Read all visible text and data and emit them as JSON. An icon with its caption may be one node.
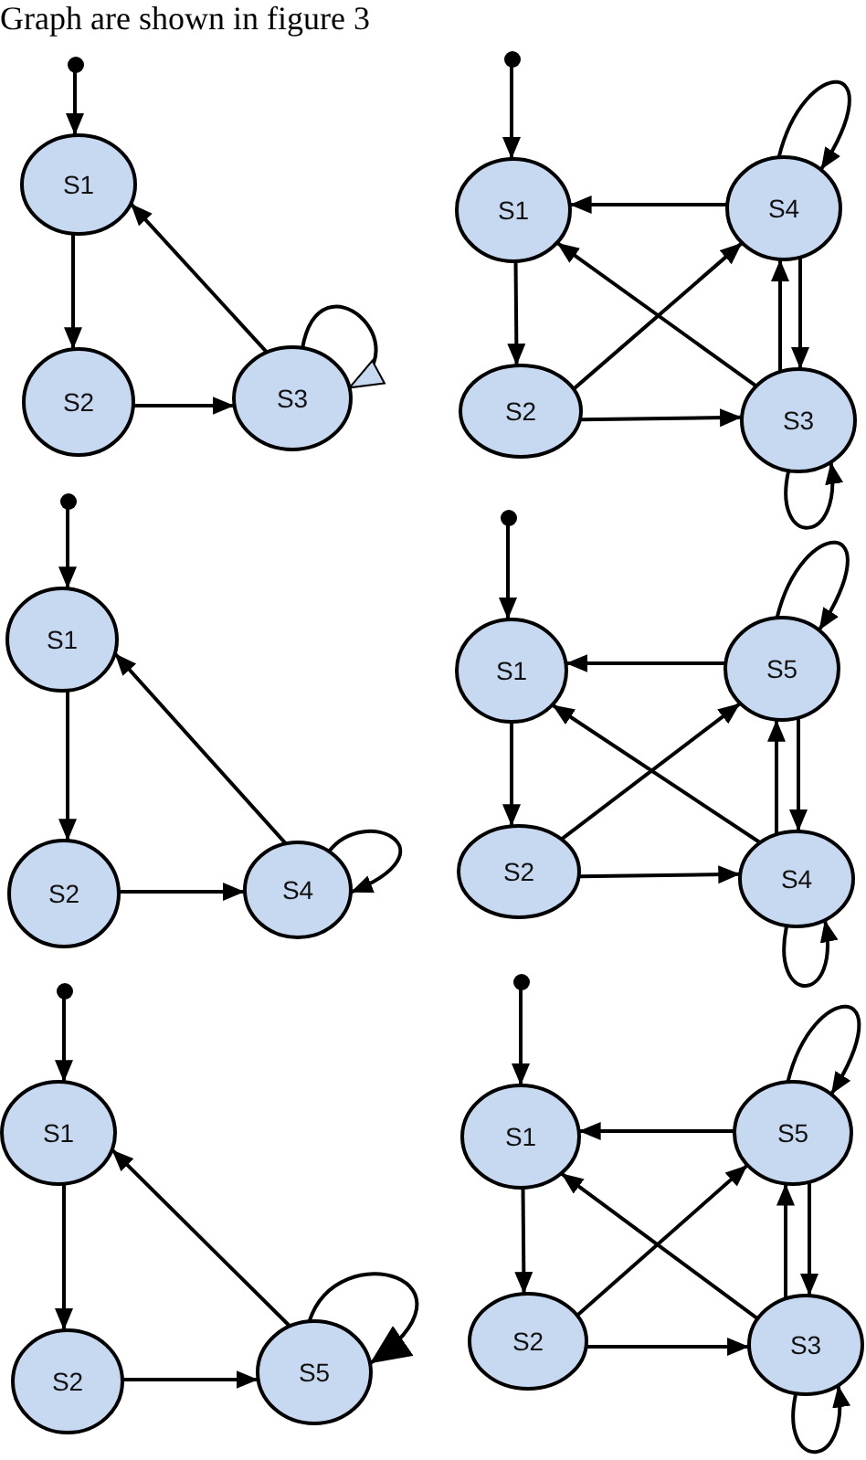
{
  "diagram": {
    "nodes": [
      {
        "text": [],
        "shape": "circle"
      },
      {
        "text": [
          "S1"
        ]
      },
      {
        "text": [
          "S2"
        ]
      },
      {
        "text": [
          "S3"
        ]
      },
      {
        "text": [],
        "shape": "circle"
      },
      {
        "text": [
          "S1"
        ]
      },
      {
        "text": [
          "S4"
        ]
      },
      {
        "text": [
          "S2"
        ]
      },
      {
        "text": [
          "S3"
        ]
      },
      {
        "text": [],
        "shape": "circle"
      },
      {
        "text": [
          "S1"
        ]
      },
      {
        "text": [
          "S2"
        ]
      },
      {
        "text": [
          "S4"
        ]
      },
      {
        "text": [],
        "shape": "circle"
      },
      {
        "text": [
          "S1"
        ]
      },
      {
        "text": [
          "S5"
        ]
      },
      {
        "text": [
          "S2"
        ]
      },
      {
        "text": [
          "S4"
        ]
      },
      {
        "text": [],
        "shape": "circle"
      },
      {
        "text": [
          "S1"
        ]
      },
      {
        "text": [
          "S2"
        ]
      },
      {
        "text": [
          "S5"
        ]
      },
      {
        "text": [],
        "shape": "circle"
      },
      {
        "text": [
          "S1"
        ]
      },
      {
        "text": [
          "S5"
        ]
      },
      {
        "text": [
          "S2"
        ]
      },
      {
        "text": [
          "S3"
        ]
      }
    ],
    "edges": [
      {
        "from": 0,
        "to": 1,
        "arrow": "to"
      },
      {
        "from": 1,
        "to": 2,
        "arrow": "to"
      },
      {
        "from": 2,
        "to": 3,
        "arrow": "to"
      },
      {
        "from": 3,
        "to": 1,
        "arrow": "to"
      },
      {
        "from": 3,
        "to": 3,
        "arrow": "to"
      },
      {
        "from": 4,
        "to": 5,
        "arrow": "to"
      },
      {
        "from": 6,
        "to": 5,
        "arrow": "to"
      },
      {
        "from": 5,
        "to": 7,
        "arrow": "to"
      },
      {
        "from": 7,
        "to": 6,
        "arrow": "to"
      },
      {
        "from": 7,
        "to": 8,
        "arrow": "to"
      },
      {
        "from": 8,
        "to": 5,
        "arrow": "to"
      },
      {
        "from": 6,
        "to": 8,
        "arrow": "to"
      },
      {
        "from": 8,
        "to": 6,
        "arrow": "to"
      },
      {
        "from": 6,
        "to": 6,
        "arrow": "to"
      },
      {
        "from": 8,
        "to": 8,
        "arrow": "to"
      },
      {
        "from": 9,
        "to": 10,
        "arrow": "to"
      },
      {
        "from": 10,
        "to": 11,
        "arrow": "to"
      },
      {
        "from": 11,
        "to": 12,
        "arrow": "to"
      },
      {
        "from": 12,
        "to": 10,
        "arrow": "to"
      },
      {
        "from": 12,
        "to": 12,
        "arrow": "to"
      },
      {
        "from": 13,
        "to": 14,
        "arrow": "to"
      },
      {
        "from": 15,
        "to": 14,
        "arrow": "to"
      },
      {
        "from": 14,
        "to": 16,
        "arrow": "to"
      },
      {
        "from": 16,
        "to": 15,
        "arrow": "to"
      },
      {
        "from": 16,
        "to": 17,
        "arrow": "to"
      },
      {
        "from": 17,
        "to": 14,
        "arrow": "to"
      },
      {
        "from": 15,
        "to": 17,
        "arrow": "to"
      },
      {
        "from": 17,
        "to": 15,
        "arrow": "to"
      },
      {
        "from": 15,
        "to": 15,
        "arrow": "to"
      },
      {
        "from": 17,
        "to": 17,
        "arrow": "to"
      },
      {
        "from": 18,
        "to": 19,
        "arrow": "to"
      },
      {
        "from": 19,
        "to": 20,
        "arrow": "to"
      },
      {
        "from": 20,
        "to": 21,
        "arrow": "to"
      },
      {
        "from": 21,
        "to": 19,
        "arrow": "to"
      },
      {
        "from": 21,
        "to": 21,
        "arrow": "to"
      },
      {
        "from": 22,
        "to": 23,
        "arrow": "to"
      },
      {
        "from": 24,
        "to": 23,
        "arrow": "to"
      },
      {
        "from": 23,
        "to": 25,
        "arrow": "to"
      },
      {
        "from": 25,
        "to": 24,
        "arrow": "to"
      },
      {
        "from": 25,
        "to": 26,
        "arrow": "to"
      },
      {
        "from": 26,
        "to": 23,
        "arrow": "to"
      },
      {
        "from": 24,
        "to": 26,
        "arrow": "to"
      },
      {
        "from": 26,
        "to": 24,
        "arrow": "to"
      },
      {
        "from": 24,
        "to": 24,
        "arrow": "to"
      },
      {
        "from": 26,
        "to": 26,
        "arrow": "to"
      }
    ],
    "labels": [
      "Graph are shown in figure 3"
    ]
  }
}
